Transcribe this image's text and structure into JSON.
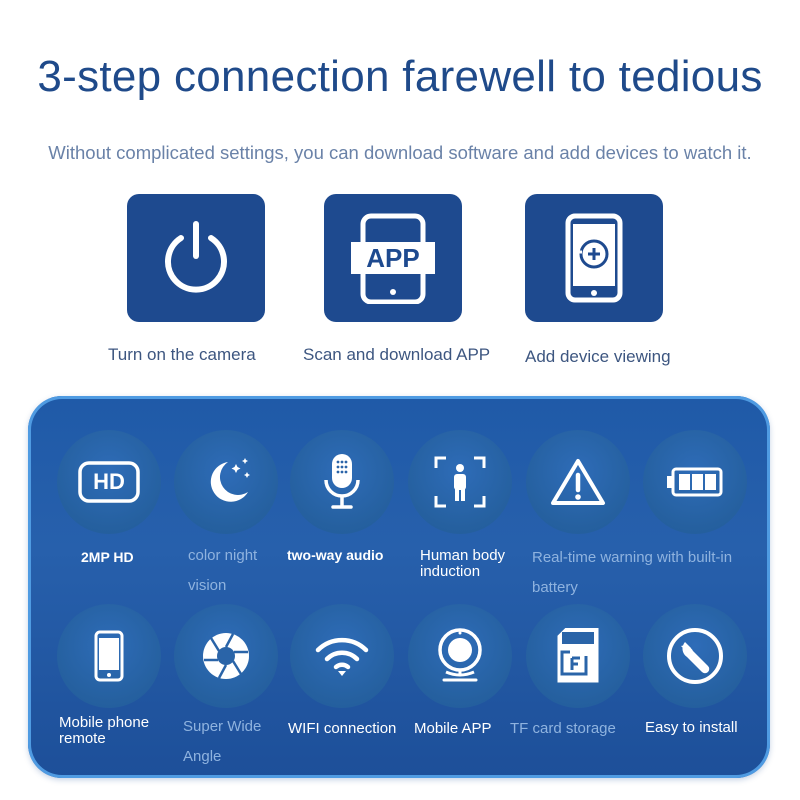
{
  "header": {
    "title": "3-step connection farewell to tedious",
    "subtitle": "Without complicated settings, you can download software and add devices to watch it."
  },
  "steps": [
    {
      "label": "Turn on the camera",
      "icon": "power-icon"
    },
    {
      "label": "Scan and download APP",
      "icon": "app-phone-icon",
      "badge": "APP"
    },
    {
      "label": "Add device viewing",
      "icon": "phone-add-icon"
    }
  ],
  "features": [
    {
      "label": "2MP HD",
      "icon": "hd-icon",
      "badge": "HD"
    },
    {
      "label": "color night vision",
      "icon": "moon-stars-icon"
    },
    {
      "label": "two-way audio",
      "icon": "microphone-icon"
    },
    {
      "label": "Human body induction",
      "icon": "human-detection-icon"
    },
    {
      "label": "Real-time warning with built-in battery",
      "icon": "warning-icon"
    },
    {
      "label": "",
      "icon": "battery-icon"
    },
    {
      "label": "Mobile phone remote",
      "icon": "mobile-phone-icon"
    },
    {
      "label": "Super Wide Angle",
      "icon": "aperture-icon"
    },
    {
      "label": "WIFI connection",
      "icon": "wifi-icon"
    },
    {
      "label": "Mobile APP",
      "icon": "webcam-icon"
    },
    {
      "label": "TF card storage",
      "icon": "sd-card-icon"
    },
    {
      "label": "Easy to install",
      "icon": "wrench-icon"
    }
  ],
  "colors": {
    "title": "#1f4a8a",
    "step_tile": "#1e4a8f",
    "panel": "#1f5aa8",
    "panel_border": "#4f9be2"
  }
}
